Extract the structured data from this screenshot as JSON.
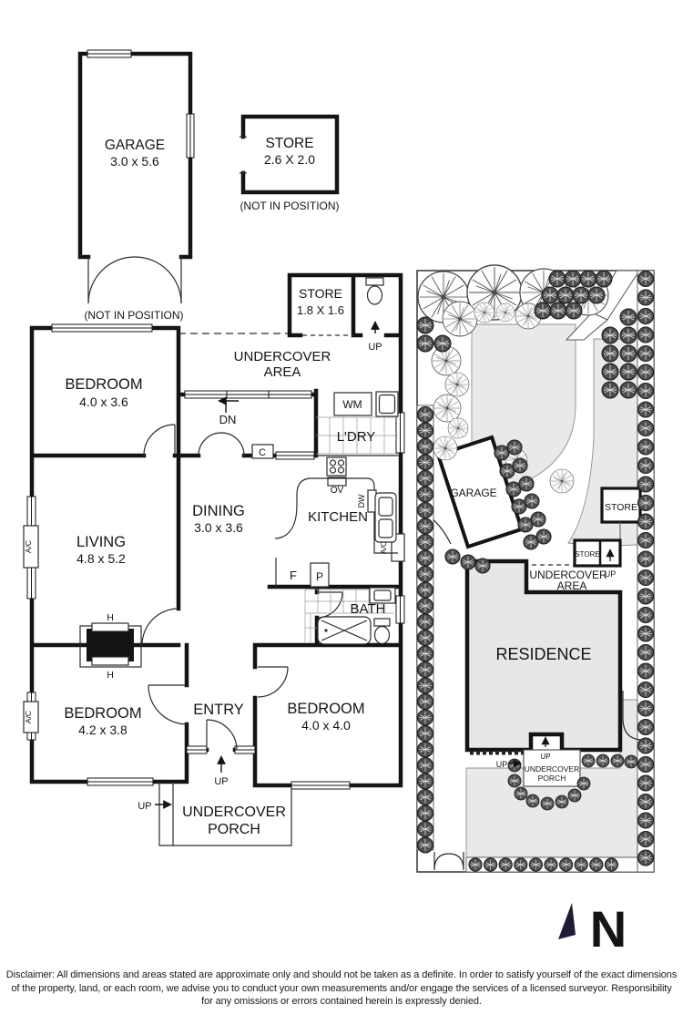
{
  "detached_garage": {
    "label": "GARAGE",
    "dims": "3.0 x 5.6",
    "note": "(NOT IN POSITION)"
  },
  "detached_store": {
    "label": "STORE",
    "dims": "2.6 X 2.0",
    "note": "(NOT IN POSITION)"
  },
  "plan": {
    "store": {
      "label": "STORE",
      "dims": "1.8 X 1.6"
    },
    "undercover_area": {
      "l1": "UNDERCOVER",
      "l2": "AREA"
    },
    "bedroom1": {
      "label": "BEDROOM",
      "dims": "4.0 x 3.6"
    },
    "living": {
      "label": "LIVING",
      "dims": "4.8 x 5.2"
    },
    "dining": {
      "label": "DINING",
      "dims": "3.0 x 3.6"
    },
    "kitchen": {
      "label": "KITCHEN"
    },
    "laundry": {
      "label": "L'DRY"
    },
    "bath": {
      "label": "BATH"
    },
    "bedroom2": {
      "label": "BEDROOM",
      "dims": "4.2 x 3.8"
    },
    "bedroom3": {
      "label": "BEDROOM",
      "dims": "4.0 x 4.0"
    },
    "entry": {
      "label": "ENTRY"
    },
    "porch": {
      "l1": "UNDERCOVER",
      "l2": "PORCH"
    },
    "tags": {
      "wm": "WM",
      "c": "C",
      "ov": "OV",
      "dw": "DW",
      "ac": "A/C",
      "f": "F",
      "p": "P",
      "h": "H",
      "up": "UP",
      "dn": "DN"
    }
  },
  "site": {
    "garage": "GARAGE",
    "store": "STORE",
    "undercover_area": {
      "l1": "UNDERCOVER",
      "l2": "AREA"
    },
    "residence": "RESIDENCE",
    "porch": {
      "l1": "UNDERCOVER",
      "l2": "PORCH"
    },
    "up": "UP"
  },
  "compass": {
    "n": "N"
  },
  "disclaimer": {
    "l1": "Disclaimer: All dimensions and areas stated are approximate only and should not be taken as a definite. In order to satisfy yourself of the exact dimensions",
    "l2": "of the property, land, or each room, we advise you to conduct your own measurements and/or engage the services of a licensed surveyor. Responsibility",
    "l3": "for any omissions or errors contained herein is expressly denied."
  }
}
